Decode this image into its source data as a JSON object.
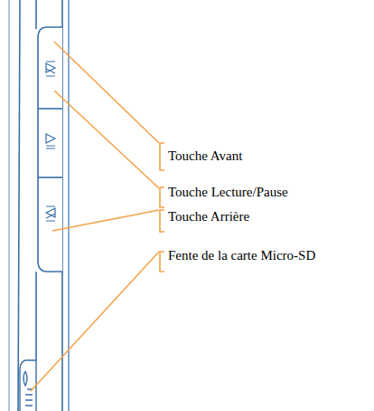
{
  "diagram": {
    "labels": [
      "Touche Avant",
      "Touche Lecture/Pause",
      "Touche Arrière",
      "Fente de la carte Micro-SD"
    ]
  }
}
